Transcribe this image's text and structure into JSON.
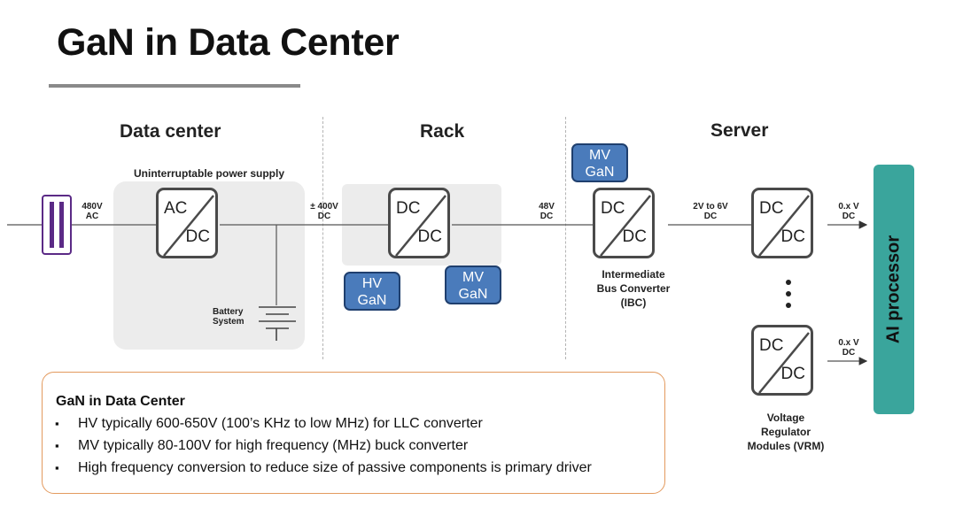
{
  "title": "GaN in Data Center",
  "sections": {
    "data_center": "Data center",
    "rack": "Rack",
    "server": "Server"
  },
  "labels": {
    "ups": "Uninterruptable power supply",
    "in_480v": "480V",
    "in_ac": "AC",
    "pm400v": "± 400V",
    "pm400v_dc": "DC",
    "v48": "48V",
    "v48_dc": "DC",
    "v2to6": "2V to 6V",
    "v2to6_dc": "DC",
    "oxv1": "0.x V",
    "oxv1_dc": "DC",
    "oxv2": "0.x V",
    "oxv2_dc": "DC",
    "battery_1": "Battery",
    "battery_2": "System",
    "ibc_1": "Intermediate",
    "ibc_2": "Bus Converter",
    "ibc_3": "(IBC)",
    "vrm_1": "Voltage",
    "vrm_2": "Regulator",
    "vrm_3": "Modules (VRM)",
    "ai_processor": "AI processor"
  },
  "converters": {
    "ups": {
      "top": "AC",
      "bottom": "DC"
    },
    "rack": {
      "top": "DC",
      "bottom": "DC"
    },
    "ibc": {
      "top": "DC",
      "bottom": "DC"
    },
    "vrm1": {
      "top": "DC",
      "bottom": "DC"
    },
    "vrm2": {
      "top": "DC",
      "bottom": "DC"
    }
  },
  "tags": {
    "hv_rack": {
      "line1": "HV",
      "line2": "GaN"
    },
    "mv_rack": {
      "line1": "MV",
      "line2": "GaN"
    },
    "mv_server": {
      "line1": "MV",
      "line2": "GaN"
    }
  },
  "info": {
    "title": "GaN in Data Center",
    "bullets": [
      "HV typically 600-650V (100’s KHz to low MHz)  for LLC converter",
      "MV typically 80-100V for high frequency (MHz) buck converter",
      "High frequency conversion to reduce size of passive components is primary driver"
    ]
  },
  "colors": {
    "gan_tag": "#4a7bbb",
    "ai_processor": "#3aa59c",
    "info_border": "#e39a5e",
    "grid_source": "#5b2a86"
  },
  "icons": {
    "source": "grid-source-icon",
    "battery": "battery-icon"
  }
}
